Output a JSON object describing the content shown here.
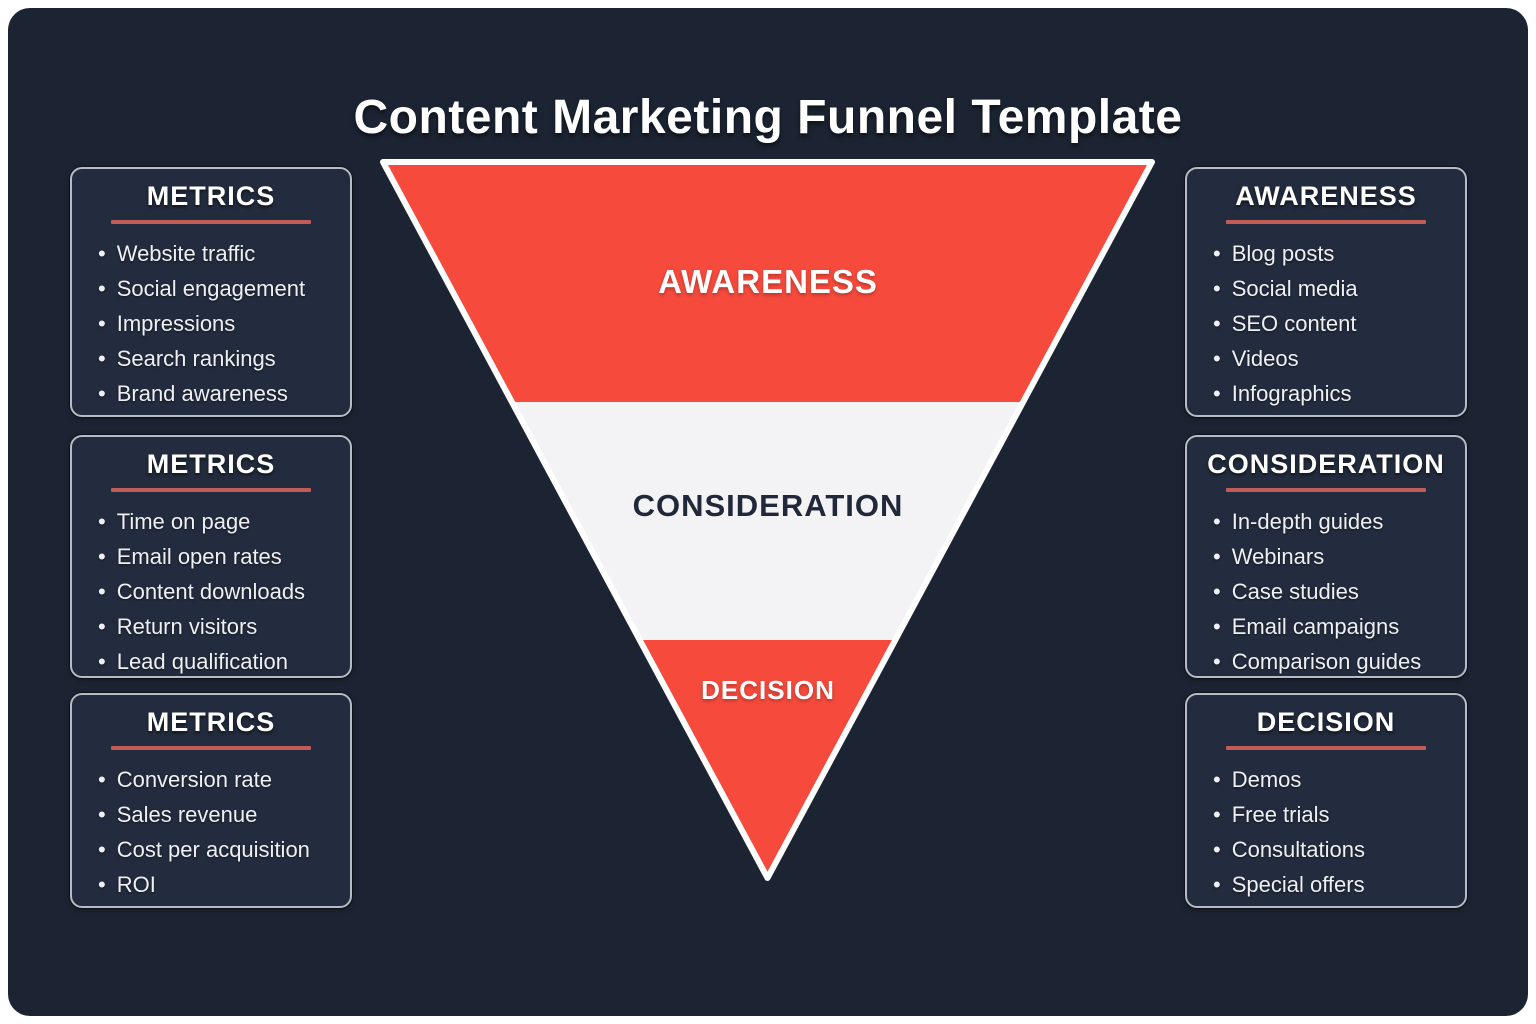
{
  "title": "Content Marketing Funnel Template",
  "colors": {
    "canvas_background": "#1c2433",
    "box_background": "#232c3e",
    "box_border": "#b6bcc6",
    "heading_underline": "#c15b55",
    "funnel_red": "#f54a3c",
    "funnel_white": "#f3f3f5",
    "funnel_outline": "#ffffff"
  },
  "funnel": {
    "stages": [
      {
        "label": "AWARENESS",
        "color": "#f54a3c",
        "text_color": "#ffffff"
      },
      {
        "label": "CONSIDERATION",
        "color": "#f3f3f5",
        "text_color": "#202839"
      },
      {
        "label": "DECISION",
        "color": "#f54a3c",
        "text_color": "#ffffff"
      }
    ]
  },
  "left_boxes": [
    {
      "heading": "METRICS",
      "items": [
        "Website traffic",
        "Social engagement",
        "Impressions",
        "Search rankings",
        "Brand awareness"
      ]
    },
    {
      "heading": "METRICS",
      "items": [
        "Time on page",
        "Email open rates",
        "Content downloads",
        "Return visitors",
        "Lead qualification"
      ]
    },
    {
      "heading": "METRICS",
      "items": [
        "Conversion rate",
        "Sales revenue",
        "Cost per acquisition",
        "ROI"
      ]
    }
  ],
  "right_boxes": [
    {
      "heading": "AWARENESS",
      "items": [
        "Blog posts",
        "Social media",
        "SEO content",
        "Videos",
        "Infographics"
      ]
    },
    {
      "heading": "CONSIDERATION",
      "items": [
        "In-depth guides",
        "Webinars",
        "Case studies",
        "Email campaigns",
        "Comparison guides"
      ]
    },
    {
      "heading": "DECISION",
      "items": [
        "Demos",
        "Free trials",
        "Consultations",
        "Special offers"
      ]
    }
  ]
}
